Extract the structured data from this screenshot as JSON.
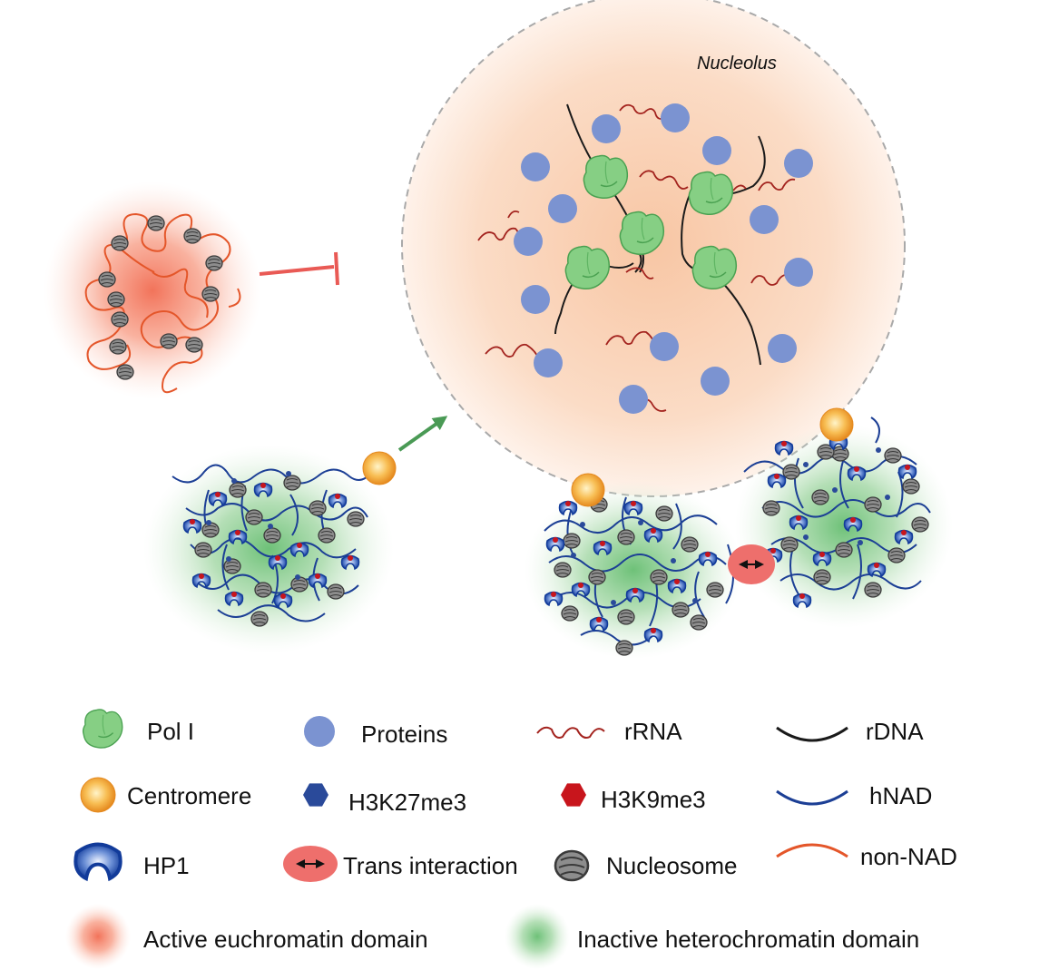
{
  "nucleolus": {
    "title": "Nucleolus"
  },
  "legend": {
    "pol1": "Pol I",
    "proteins": "Proteins",
    "rrna": "rRNA",
    "rdna": "rDNA",
    "centromere": "Centromere",
    "h3k27me3": "H3K27me3",
    "h3k9me3": "H3K9me3",
    "hnad": "hNAD",
    "hp1": "HP1",
    "trans": "Trans interaction",
    "nucleosome": "Nucleosome",
    "nonnad": "non-NAD",
    "active": "Active euchromatin domain",
    "inactive": "Inactive heterochromatin domain"
  },
  "colors": {
    "pol1": "#7cc97a",
    "protein": "#7b93d1",
    "rrna": "#a3231e",
    "rdna": "#1a1a1a",
    "centromere": "#f2a93b",
    "h3k27me3": "#2a4a9a",
    "h3k9me3": "#c8151c",
    "hnad": "#1c3f95",
    "nonnad": "#e4562a",
    "trans": "#ee6f6c",
    "nucleosome": "#8d8d8d",
    "inhibit": "#e95a55",
    "arrow": "#4a9a55"
  },
  "icons": [
    "pol1-icon",
    "protein-icon",
    "rrna-icon",
    "rdna-icon",
    "centromere-icon",
    "hexagon-icon",
    "hp1-icon",
    "trans-interaction-icon",
    "nucleosome-icon",
    "non-nad-icon",
    "euchromatin-glow-icon",
    "heterochromatin-glow-icon"
  ]
}
